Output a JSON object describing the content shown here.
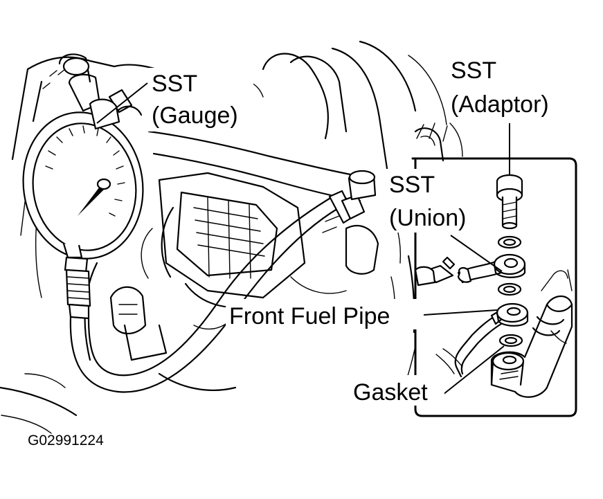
{
  "labels": {
    "sst_gauge_line1": "SST",
    "sst_gauge_line2": "(Gauge)",
    "sst_adaptor_line1": "SST",
    "sst_adaptor_line2": "(Adaptor)",
    "sst_union_line1": "SST",
    "sst_union_line2": "(Union)",
    "front_fuel_pipe": "Front Fuel Pipe",
    "gasket": "Gasket"
  },
  "figure_code": "G02991224"
}
